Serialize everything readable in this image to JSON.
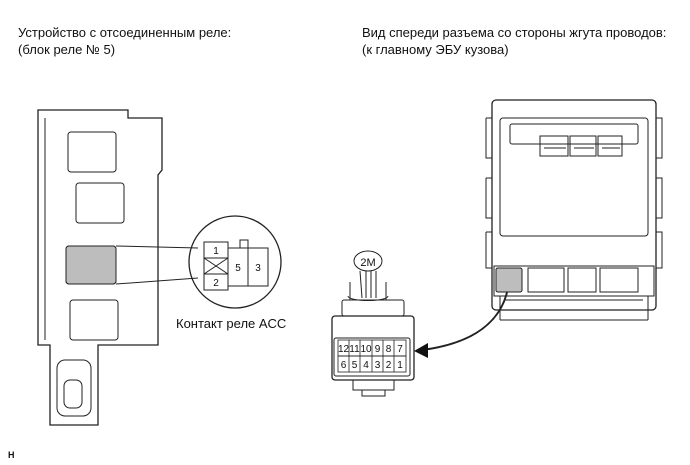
{
  "captions": {
    "left_line1": "Устройство с отсоединенным реле:",
    "left_line2": "(блок реле № 5)",
    "right_line1": "Вид спереди разъема со стороны жгута проводов:",
    "right_line2": "(к главному ЭБУ кузова)"
  },
  "relay": {
    "caption": "Контакт реле ACC",
    "pins": [
      "1",
      "2",
      "5",
      "3"
    ]
  },
  "connector": {
    "code": "2M",
    "top_pins": [
      "12",
      "11",
      "10",
      "9",
      "8",
      "7"
    ],
    "bottom_pins": [
      "6",
      "5",
      "4",
      "3",
      "2",
      "1"
    ]
  },
  "footer_mark": "H",
  "colors": {
    "highlight": "#bdbdbd",
    "line": "#222222"
  }
}
